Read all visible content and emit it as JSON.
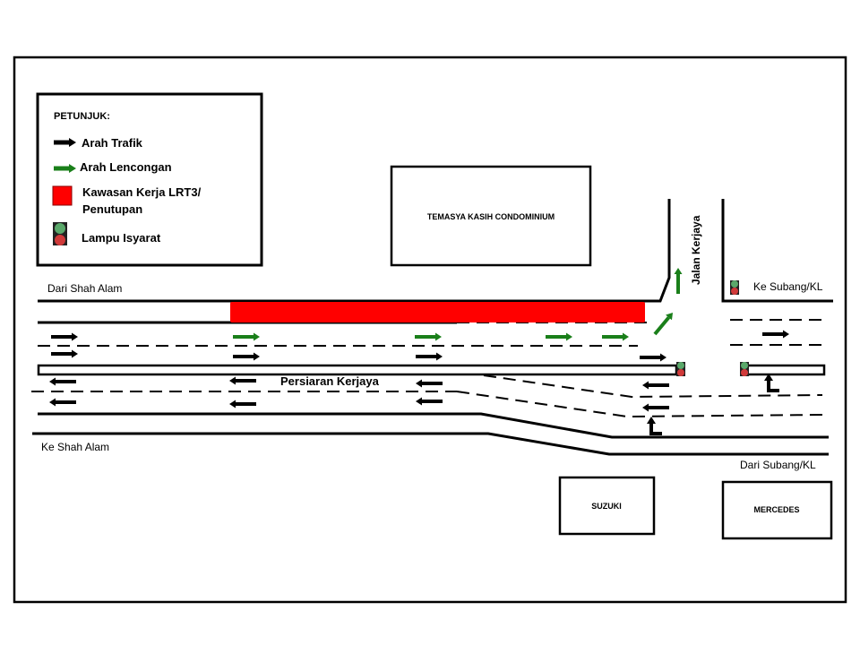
{
  "legend": {
    "title": "PETUNJUK:",
    "items": [
      {
        "label": "Arah Trafik",
        "icon": "black-arrow-icon",
        "color": "#000000"
      },
      {
        "label": "Arah Lencongan",
        "icon": "green-arrow-icon",
        "color": "#1a7f1a"
      },
      {
        "label": "Kawasan Kerja LRT3/",
        "label2": "Penutupan",
        "icon": "red-square-icon",
        "color": "#ff0000"
      },
      {
        "label": "Lampu Isyarat",
        "icon": "traffic-light-icon",
        "color_green": "#5aa86a",
        "color_red": "#d03a3a"
      }
    ]
  },
  "map": {
    "condo": "TEMASYA  KASIH CONDOMINIUM",
    "from_shah_alam": "Dari Shah Alam",
    "to_shah_alam": "Ke Shah Alam",
    "main_road": "Persiaran Kerjaya",
    "side_road": "Jalan Kerjaya",
    "to_subang": "Ke Subang/KL",
    "from_subang": "Dari Subang/KL",
    "suzuki": "SUZUKI",
    "mercedes": "MERCEDES"
  }
}
